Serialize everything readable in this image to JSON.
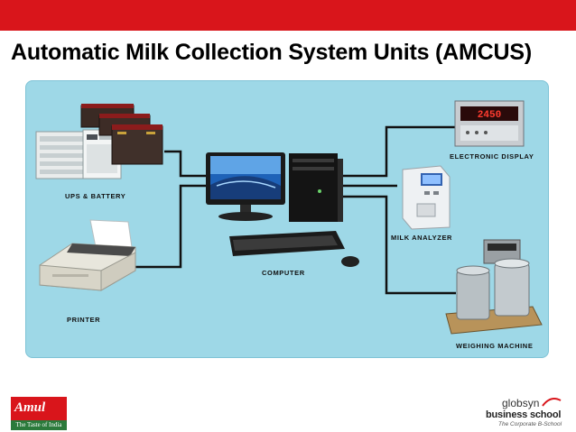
{
  "slide": {
    "title": "Automatic Milk Collection System Units (AMCUS)",
    "accent_color": "#d9151b",
    "panel_color": "#9ed8e7"
  },
  "diagram": {
    "labels": {
      "ups": "UPS & BATTERY",
      "printer": "PRINTER",
      "computer": "COMPUTER",
      "display": "ELECTRONIC DISPLAY",
      "analyzer": "MILK ANALYZER",
      "weighing": "WEIGHING MACHINE"
    },
    "display_readout": "2450"
  },
  "footer": {
    "amul_logo": "Amul",
    "amul_tagline": "The Taste of India",
    "school_line1": "globsyn",
    "school_line2": "business school",
    "school_line3": "The Corporate B-School"
  }
}
